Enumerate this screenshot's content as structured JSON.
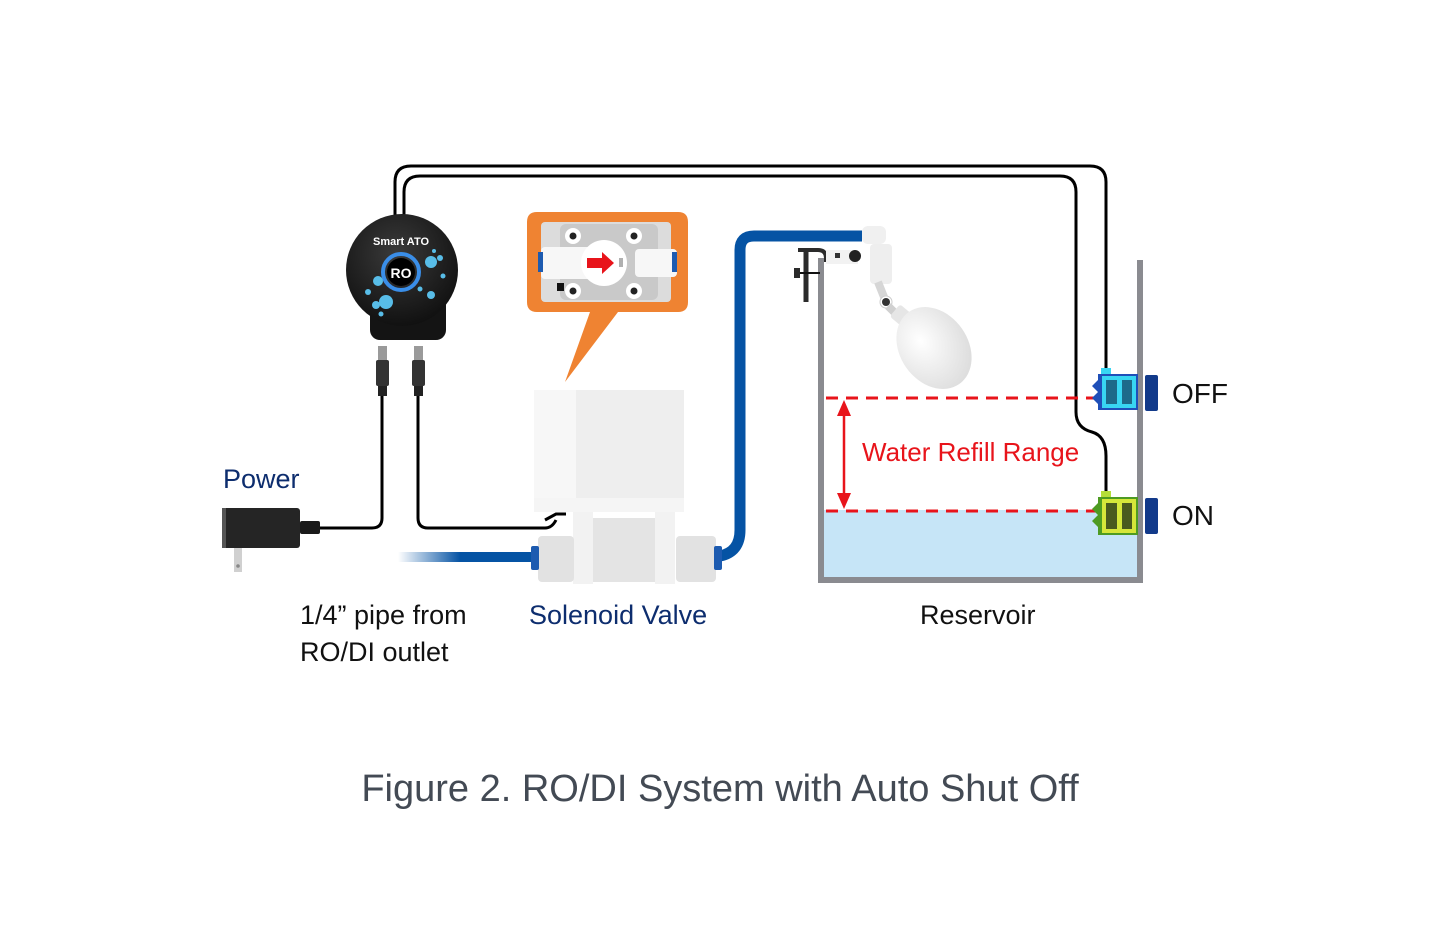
{
  "figure": {
    "caption": "Figure 2. RO/DI System with Auto Shut Off"
  },
  "controller": {
    "brand_text": "Smart ATO",
    "badge_text": "RO"
  },
  "labels": {
    "power": "Power",
    "pipe_line1": "1/4” pipe from",
    "pipe_line2": "RO/DI outlet",
    "solenoid_valve": "Solenoid Valve",
    "reservoir": "Reservoir",
    "water_refill_range": "Water Refill Range",
    "sensor_off": "OFF",
    "sensor_on": "ON"
  },
  "colors": {
    "pipe_blue": "#0553a4",
    "callout_orange": "#ef8332",
    "refill_red": "#e8141b",
    "water_fill": "#c6e5f7",
    "tank_wall": "#8a8b90",
    "sensor_off_cyan": "#38d6f2",
    "sensor_on_green": "#8ccc2c",
    "sensor_mount_navy": "#123a8a",
    "caption_gray": "#434a54",
    "label_navy": "#0d2d6e"
  }
}
